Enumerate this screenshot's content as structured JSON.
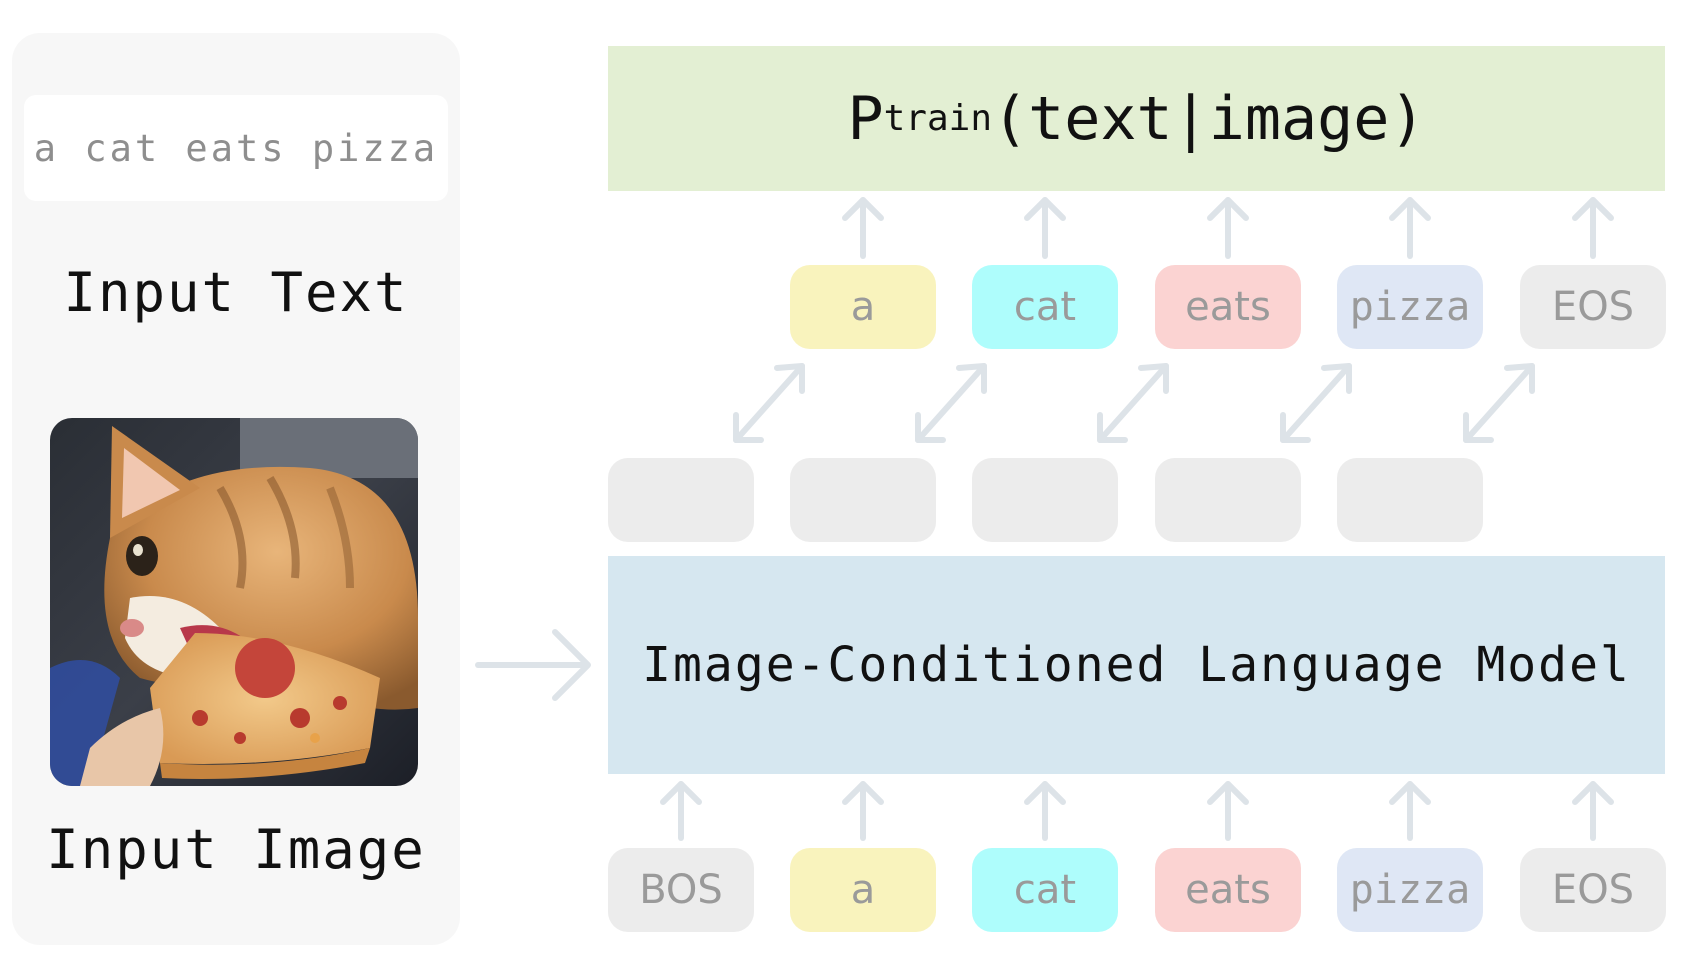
{
  "input_text": {
    "value": "a cat eats pizza",
    "label": "Input Text"
  },
  "input_image": {
    "label": "Input Image"
  },
  "probability": {
    "p": "P",
    "subscript": "train",
    "rest": "(text|image)"
  },
  "model": {
    "label": "Image-Conditioned Language Model"
  },
  "output_tokens": [
    "a",
    "cat",
    "eats",
    "pizza",
    "EOS"
  ],
  "input_tokens": [
    "BOS",
    "a",
    "cat",
    "eats",
    "pizza",
    "EOS"
  ],
  "colors": {
    "panel": "#f7f7f7",
    "prob_box": "#e3efd3",
    "model_box": "#d6e7f0",
    "token_gray": "#ececec",
    "token_yellow": "#f9f3bd",
    "token_cyan": "#aefdfc",
    "token_pink": "#fbd3d2",
    "token_blue": "#dfe7f5",
    "arrow": "#dde3e8"
  }
}
